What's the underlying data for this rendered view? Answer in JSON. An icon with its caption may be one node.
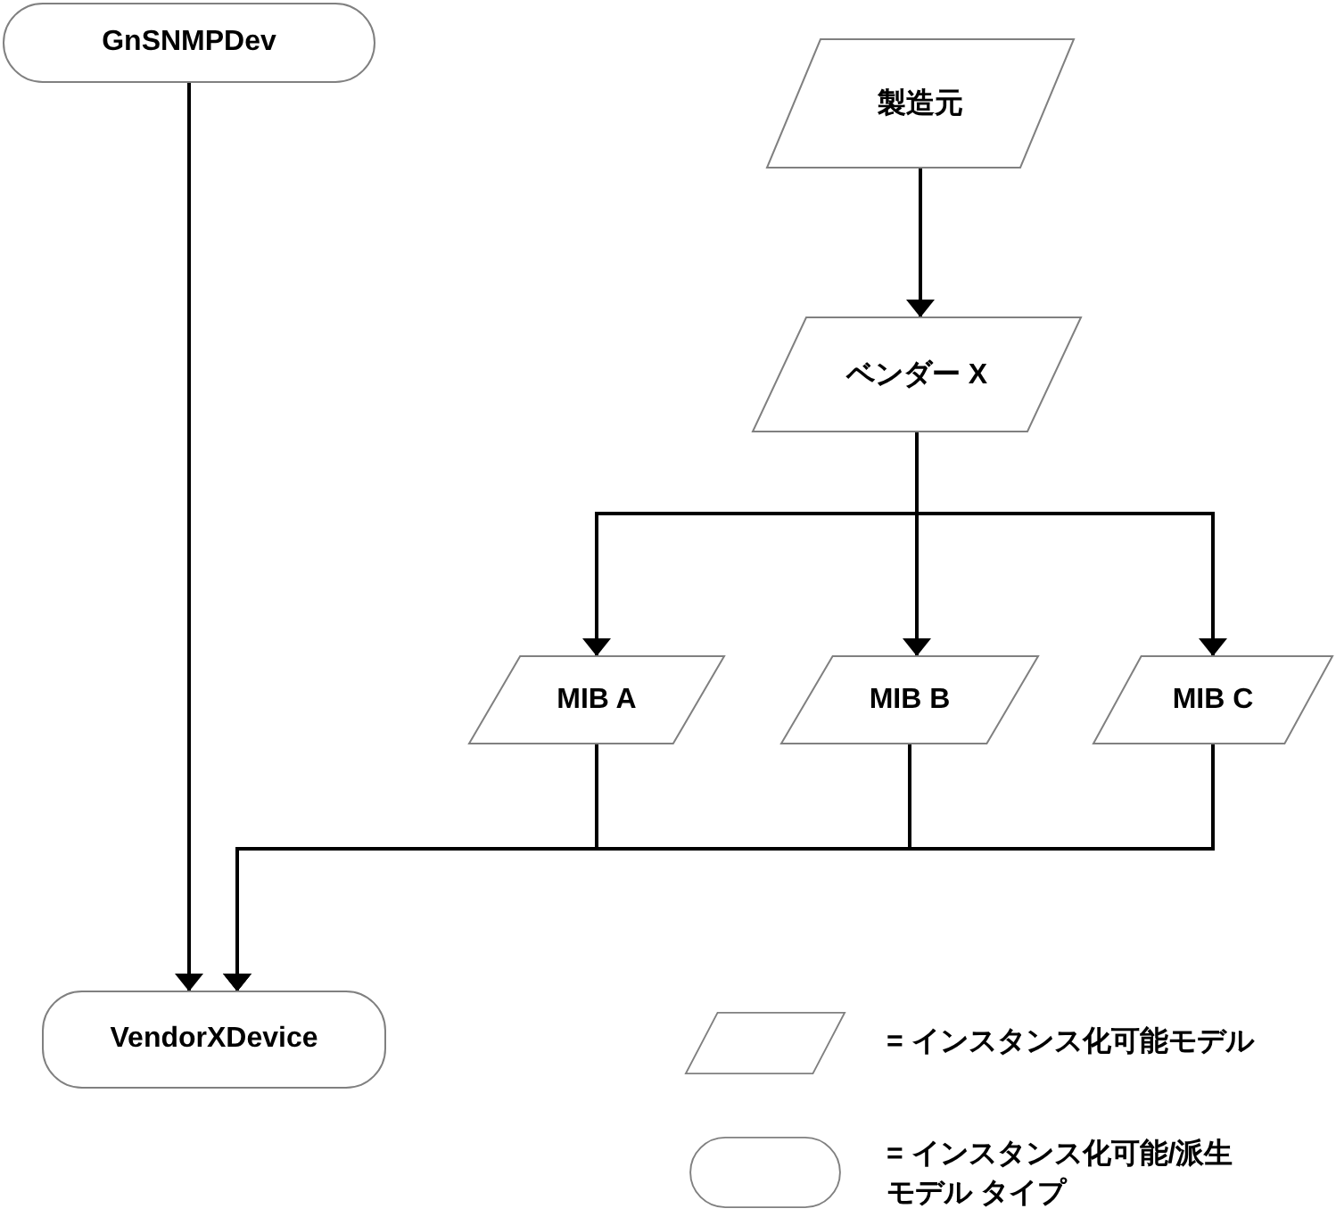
{
  "diagram": {
    "nodes": [
      {
        "text": [
          "GnSNMPDev"
        ]
      },
      {
        "text": [
          "製造元"
        ]
      },
      {
        "text": [
          "ベンダー X"
        ]
      },
      {
        "text": [
          "MIB A"
        ]
      },
      {
        "text": [
          "MIB B"
        ]
      },
      {
        "text": [
          "MIB C"
        ]
      },
      {
        "text": [
          "VendorXDevice"
        ]
      }
    ],
    "edges": [
      {
        "from": 0,
        "to": 6,
        "arrow": "to"
      },
      {
        "from": 1,
        "to": 2,
        "arrow": "to"
      },
      {
        "from": 2,
        "to": 3,
        "arrow": "to"
      },
      {
        "from": 2,
        "to": 4,
        "arrow": "to"
      },
      {
        "from": 2,
        "to": 5,
        "arrow": "to"
      },
      {
        "from": 3,
        "to": 6,
        "arrow": "to"
      },
      {
        "from": 4,
        "to": 6,
        "arrow": "to"
      },
      {
        "from": 5,
        "to": 6,
        "arrow": "to"
      }
    ],
    "legend": [
      {
        "text": "= インスタンス化可能モデル"
      },
      {
        "text": "= インスタンス化可能/派生モデル タイプ"
      }
    ]
  }
}
